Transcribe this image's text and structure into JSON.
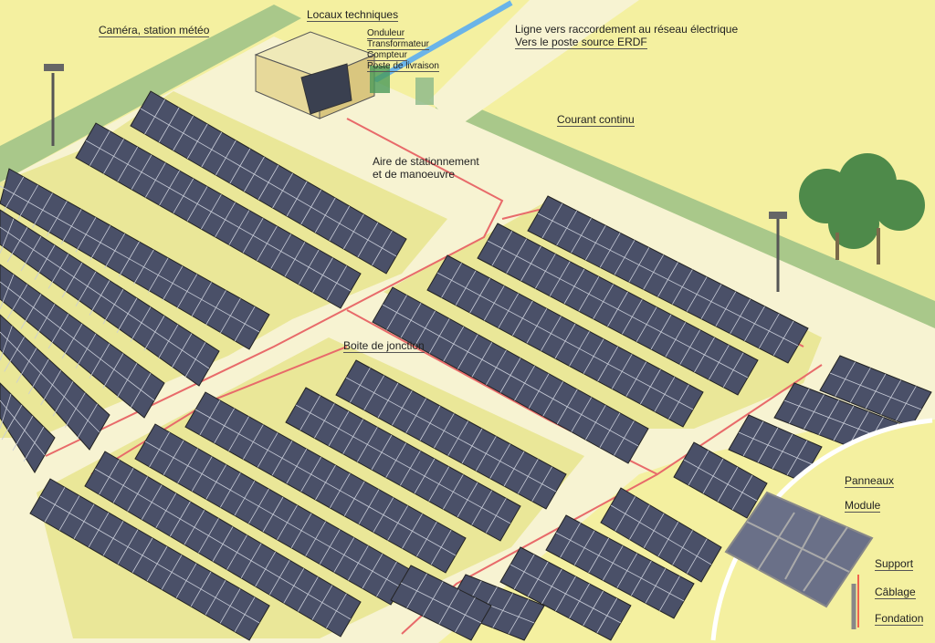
{
  "labels": {
    "camera": "Caméra, station météo",
    "locaux": "Locaux techniques",
    "onduleur": "Onduleur",
    "transformateur": "Transformateur",
    "compteur": "Compteur",
    "poste": "Poste de livraison",
    "ligne1": "Ligne vers raccordement au réseau électrique",
    "ligne2": "Vers le poste source ERDF",
    "courant": "Courant continu",
    "aire1": "Aire de stationnement",
    "aire2": "et de manoeuvre",
    "boite": "Boite de jonction",
    "panneaux": "Panneaux",
    "module": "Module",
    "support": "Support",
    "cablage": "Câblage",
    "fondation": "Fondation"
  },
  "colors": {
    "ground": "#f4f0a0",
    "road": "#f7f3d2",
    "grass": "#e6e48a",
    "fence": "#a9c88a",
    "panel": "#4a5068",
    "cable": "#e86a6a",
    "water_line": "#6ab4e8"
  }
}
